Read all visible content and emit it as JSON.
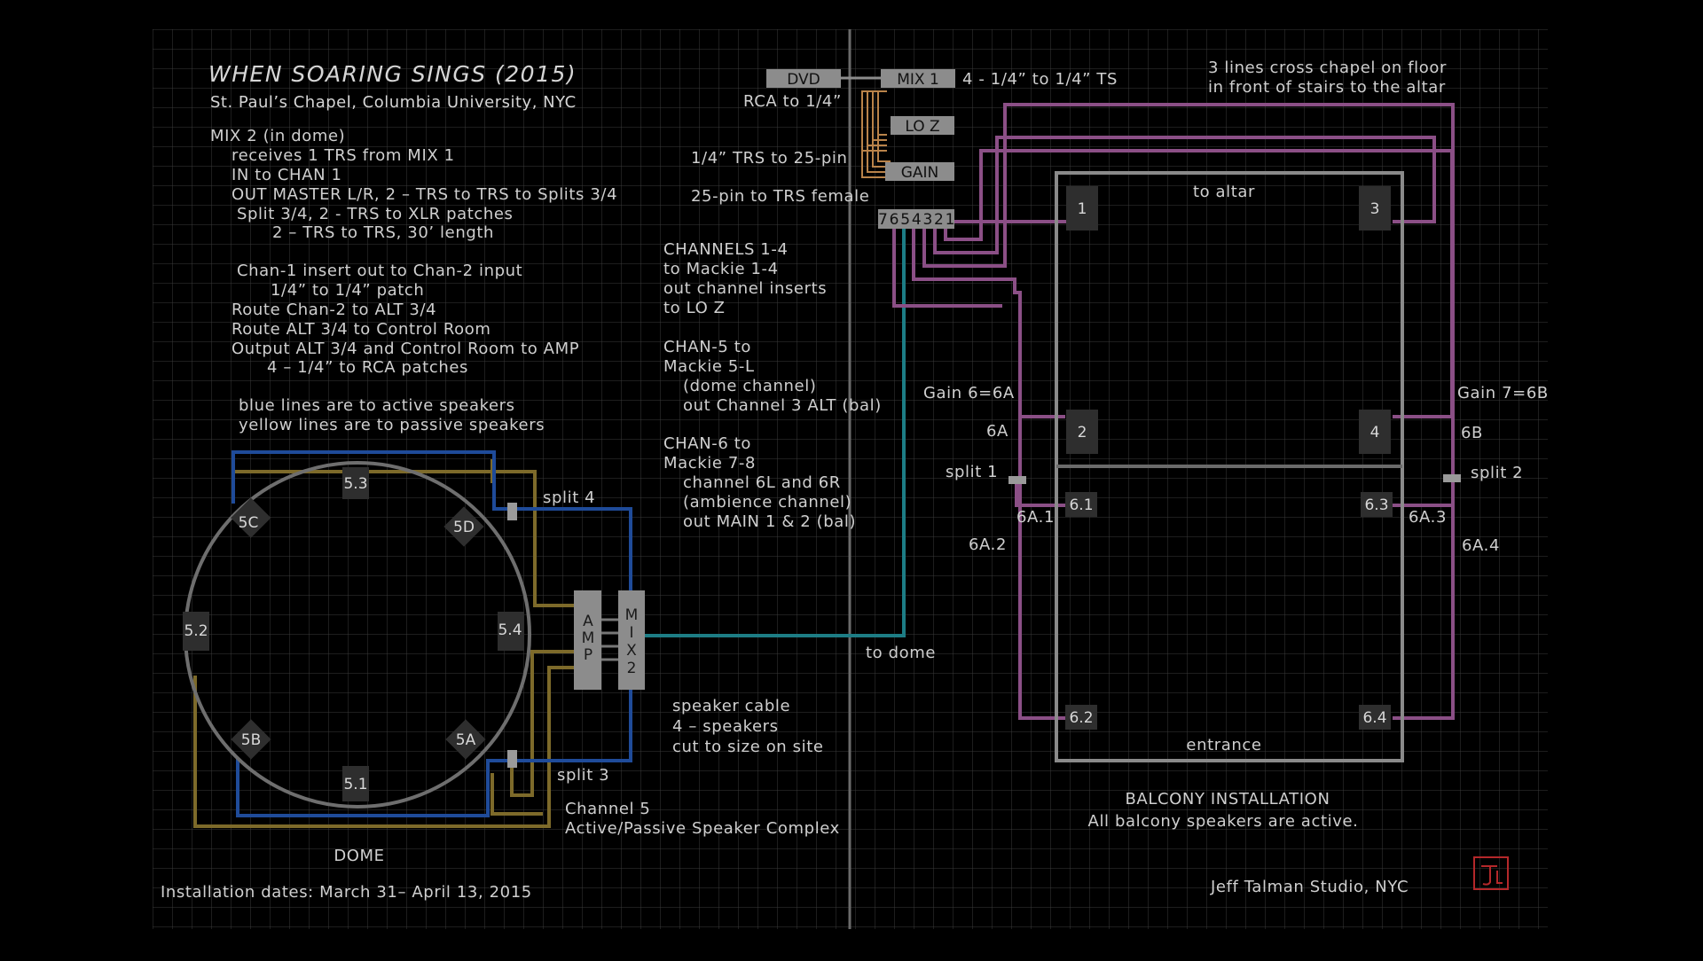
{
  "title": "WHEN SOARING SINGS (2015)",
  "subtitle": "St. Paul’s Chapel, Columbia University, NYC",
  "mix2_notes": [
    "MIX 2 (in dome)",
    "receives 1 TRS from MIX 1",
    "IN to CHAN 1",
    "OUT MASTER L/R, 2 – TRS  to TRS to Splits 3/4",
    "Split 3/4, 2 - TRS to XLR patches",
    "2 – TRS to TRS, 30’ length",
    "Chan-1 insert out to Chan-2 input",
    "1/4” to 1/4” patch",
    "Route Chan-2 to ALT 3/4",
    "Route ALT 3/4 to Control Room",
    "Output ALT 3/4 and Control Room to AMP",
    "4 – 1/4” to RCA patches",
    "blue lines are to active speakers",
    "yellow lines are to passive speakers"
  ],
  "signal_chain": {
    "dvd": "DVD",
    "mix1": "MIX 1",
    "loz": "LO Z",
    "gain": "GAIN",
    "pins": "7654321",
    "rca": "RCA to 1/4”",
    "ts": "4 - 1/4” to 1/4” TS",
    "trs25": "1/4” TRS to 25-pin",
    "pin25": "25-pin to TRS female"
  },
  "channel_notes": [
    "CHANNELS 1-4",
    "to Mackie 1-4",
    "out channel inserts",
    "to LO Z",
    "CHAN-5 to",
    "Mackie 5-L",
    "(dome channel)",
    "out Channel 3 ALT (bal)",
    "CHAN-6 to",
    "Mackie 7-8",
    "channel 6L and 6R",
    "(ambience channel)",
    "out MAIN 1 & 2 (bal)"
  ],
  "cross_note": [
    "3 lines cross chapel on floor",
    "in front of stairs to the altar"
  ],
  "dome": {
    "label": "DOME",
    "speakers": [
      "5.3",
      "5C",
      "5D",
      "5.2",
      "5.4",
      "5B",
      "5A",
      "5.1"
    ],
    "split4": "split 4",
    "split3": "split 3",
    "amp": "AMP",
    "mix2": "MIX2",
    "channel5": [
      "Channel 5",
      "Active/Passive Speaker Complex"
    ]
  },
  "cable_notes": {
    "to_dome": "to dome",
    "speaker_cable": [
      "speaker cable",
      "4 – speakers",
      "cut to size on site"
    ]
  },
  "balcony": {
    "to_altar": "to altar",
    "entrance": "entrance",
    "speakers": [
      "1",
      "3",
      "2",
      "4",
      "6.1",
      "6.3",
      "6.2",
      "6.4"
    ],
    "gain6": "Gain 6=6A",
    "gain7": "Gain 7=6B",
    "a6": "6A",
    "b6": "6B",
    "split1": "split 1",
    "split2": "split 2",
    "a61": "6A.1",
    "a62": "6A.2",
    "a63": "6A.3",
    "a64": "6A.4",
    "caption": "BALCONY INSTALLATION",
    "caption_sub": "All balcony speakers are active."
  },
  "dates": "Installation dates: March 31– April 13, 2015",
  "studio": "Jeff Talman Studio, NYC",
  "colors": {
    "background": "#000000",
    "grid": "#3a3a3a",
    "active_blue": "#1f4b99",
    "passive_yellow": "#7d6a2a",
    "balcony_purple": "#8b4f86",
    "teal": "#1d7d85",
    "orange": "#b9834a",
    "logo_red": "#b4282a"
  }
}
